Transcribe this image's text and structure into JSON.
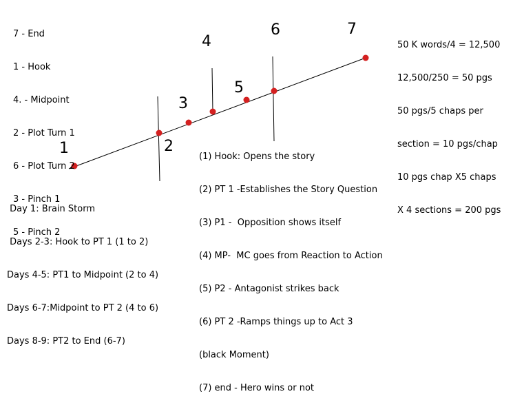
{
  "legend": [
    "7 - End",
    "1 - Hook",
    "4. - Midpoint",
    "2 - Plot Turn 1",
    "6 - Plot Turn 2",
    "3 - Pinch 1",
    "5 - Pinch 2"
  ],
  "point_labels": [
    "1",
    "2",
    "3",
    "4",
    "5",
    "6",
    "7"
  ],
  "calculations": [
    "50 K words/4 = 12,500",
    "12,500/250 = 50 pgs",
    "50 pgs/5 chaps per",
    "section = 10 pgs/chap",
    "10 pgs chap X5 chaps",
    "X 4 sections = 200 pgs"
  ],
  "descriptions": [
    "(1) Hook: Opens the story",
    "(2) PT 1 -Establishes the Story Question",
    "(3) P1 -  Opposition shows itself",
    "(4) MP-  MC goes from Reaction to Action",
    "(5) P2 - Antagonist strikes back",
    "(6) PT 2 -Ramps things up to Act 3",
    "(black Moment)",
    "(7) end - Hero wins or not"
  ],
  "schedule": [
    " Day 1: Brain Storm",
    " Days 2-3: Hook to PT 1 (1 to 2)",
    "Days 4-5: PT1 to Midpoint (2 to 4)",
    "Days 6-7:Midpoint to PT 2 (4 to 6)",
    "Days 8-9: PT2 to End (6-7)"
  ],
  "colors": {
    "dot": "#d42020",
    "line": "#000000"
  }
}
